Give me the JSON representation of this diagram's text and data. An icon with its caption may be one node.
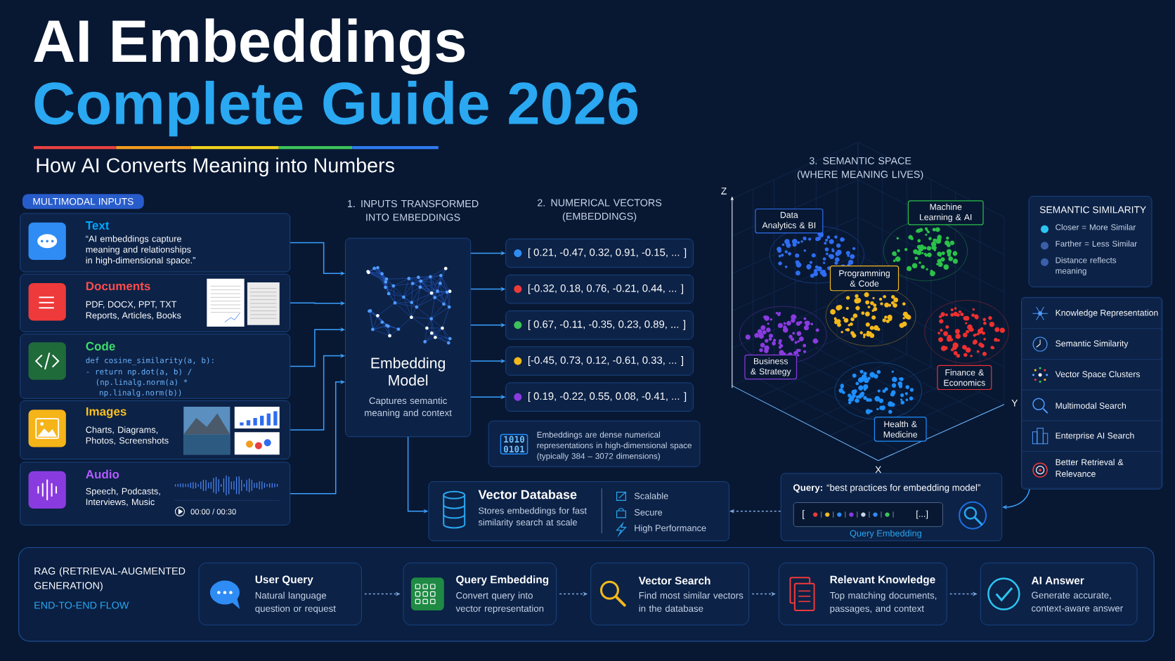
{
  "diagram": {
    "title": "AI Embeddings",
    "nodes": [
      {
        "text": [
          "MULTIMODAL INPUTS"
        ]
      },
      {
        "text": [
          "Text",
          "“AI embeddings capture meaning and relationships in high-dimensional space.”"
        ]
      },
      {
        "text": [
          "Documents",
          "PDF, DOCX, PPT, TXT",
          "Reports, Articles, Books"
        ]
      },
      {
        "text": [
          "Code",
          "def cosine_similarity(a, b):",
          "- return np.dot(a, b) /",
          "(np.linalg.norm(a) *",
          "np.linalg.norm(b))"
        ]
      },
      {
        "text": [
          "Images",
          "Charts, Diagrams, Photos, Screenshots"
        ]
      },
      {
        "text": [
          "Audio",
          "Speech, Podcasts, Interviews, Music",
          "00:00 / 00:30"
        ]
      },
      {
        "text": [
          "Embedding Model",
          "Captures semantic meaning and context"
        ]
      },
      {
        "text": [
          "[ 0.21, -0.47, 0.32, 0.91, -0.15, ... ]"
        ]
      },
      {
        "text": [
          "[-0.32, 0.18, 0.76, -0.21, 0.44, ... ]"
        ]
      },
      {
        "text": [
          "[ 0.67, -0.11, -0.35, 0.23, 0.89, ... ]"
        ]
      },
      {
        "text": [
          "[-0.45, 0.73, 0.12, -0.61, 0.33, ... ]"
        ]
      },
      {
        "text": [
          "[ 0.19, -0.22, 0.55, 0.08, -0.41, ... ]"
        ]
      },
      {
        "text": [
          "1010 0101",
          "Embeddings are dense numerical representations in high-dimensional space (typically 384 – 3072 dimensions)"
        ]
      },
      {
        "text": [
          "Vector Database",
          "Stores embeddings for fast similarity search at scale",
          "Scalable",
          "Secure",
          "High Performance"
        ]
      },
      {
        "text": [
          "**Query:** “best practices for embedding model”",
          "[",
          "[...]",
          "Query Embedding"
        ]
      },
      {
        "text": [
          "Data Analytics & BI"
        ]
      },
      {
        "text": [
          "Machine Learning & AI"
        ]
      },
      {
        "text": [
          "Programming & Code"
        ]
      },
      {
        "text": [
          "Business & Strategy"
        ]
      },
      {
        "text": [
          "Finance & Economics"
        ]
      },
      {
        "text": [
          "Health & Medicine"
        ]
      },
      {
        "text": [
          "SEMANTIC SIMILARITY"
        ]
      },
      {
        "text": [],
        "shape": "box"
      },
      {
        "text": [
          "Knowledge Representation"
        ],
        "in": 22
      },
      {
        "text": [
          "Semantic Similarity"
        ],
        "in": 22
      },
      {
        "text": [
          "Vector Space Clusters"
        ],
        "in": 22
      },
      {
        "text": [
          "Multimodal Search"
        ],
        "in": 22
      },
      {
        "text": [
          "Enterprise AI Search"
        ],
        "in": 22
      },
      {
        "text": [
          "Better Retrieval & Relevance"
        ],
        "in": 22
      },
      {
        "text": [
          "RAG (RETRIEVAL-AUGMENTED GENERATION)",
          "END-TO-END FLOW"
        ]
      },
      {
        "text": [
          "User Query",
          "Natural language question or request"
        ],
        "in": 29
      },
      {
        "text": [
          "Query Embedding",
          "Convert query into vector representation"
        ],
        "in": 29
      },
      {
        "text": [
          "Vector Search",
          "Find most similar vectors in the database"
        ],
        "in": 29
      },
      {
        "text": [
          "Relevant Knowledge",
          "Top matching documents, passages, and context"
        ],
        "in": 29
      },
      {
        "text": [
          "AI Answer",
          "Generate accurate, context-aware answer"
        ],
        "in": 29
      }
    ],
    "edges": [
      {
        "from": 1,
        "to": 6,
        "arrow": "to"
      },
      {
        "from": 2,
        "to": 6,
        "arrow": "to"
      },
      {
        "from": 3,
        "to": 6,
        "arrow": "to"
      },
      {
        "from": 4,
        "to": 6,
        "arrow": "to"
      },
      {
        "from": 5,
        "to": 6,
        "arrow": "to"
      },
      {
        "from": 6,
        "to": 7,
        "arrow": "to"
      },
      {
        "from": 6,
        "to": 8,
        "arrow": "to"
      },
      {
        "from": 6,
        "to": 9,
        "arrow": "to"
      },
      {
        "from": 6,
        "to": 10,
        "arrow": "to"
      },
      {
        "from": 6,
        "to": 11,
        "arrow": "to"
      },
      {
        "from": 6,
        "to": 13,
        "arrow": "to"
      },
      {
        "from": 14,
        "to": 13,
        "arrow": "to",
        "style": "dashed"
      },
      {
        "from": 22,
        "to": 14,
        "arrow": "to"
      },
      {
        "from": 30,
        "to": 31,
        "arrow": "to",
        "style": "dashed"
      },
      {
        "from": 31,
        "to": 32,
        "arrow": "to",
        "style": "dashed"
      },
      {
        "from": 32,
        "to": 33,
        "arrow": "to",
        "style": "dashed"
      },
      {
        "from": 33,
        "to": 34,
        "arrow": "to",
        "style": "dashed"
      }
    ],
    "labels": [
      "Complete Guide 2026",
      "How AI Converts Meaning into Numbers",
      "1. INPUTS TRANSFORMED INTO EMBEDDINGS",
      "2. NUMERICAL VECTORS (EMBEDDINGS)",
      "3. SEMANTIC SPACE (WHERE MEANING LIVES)",
      "Z",
      "Y",
      "X"
    ],
    "legend": [
      {
        "text": "Closer = More Similar",
        "color": "#2ec4f0"
      },
      {
        "text": "Farther = Less Similar",
        "color": "#3a5fa8"
      },
      {
        "text": "Distance reflects meaning",
        "color": "#3a5fa8"
      }
    ]
  }
}
